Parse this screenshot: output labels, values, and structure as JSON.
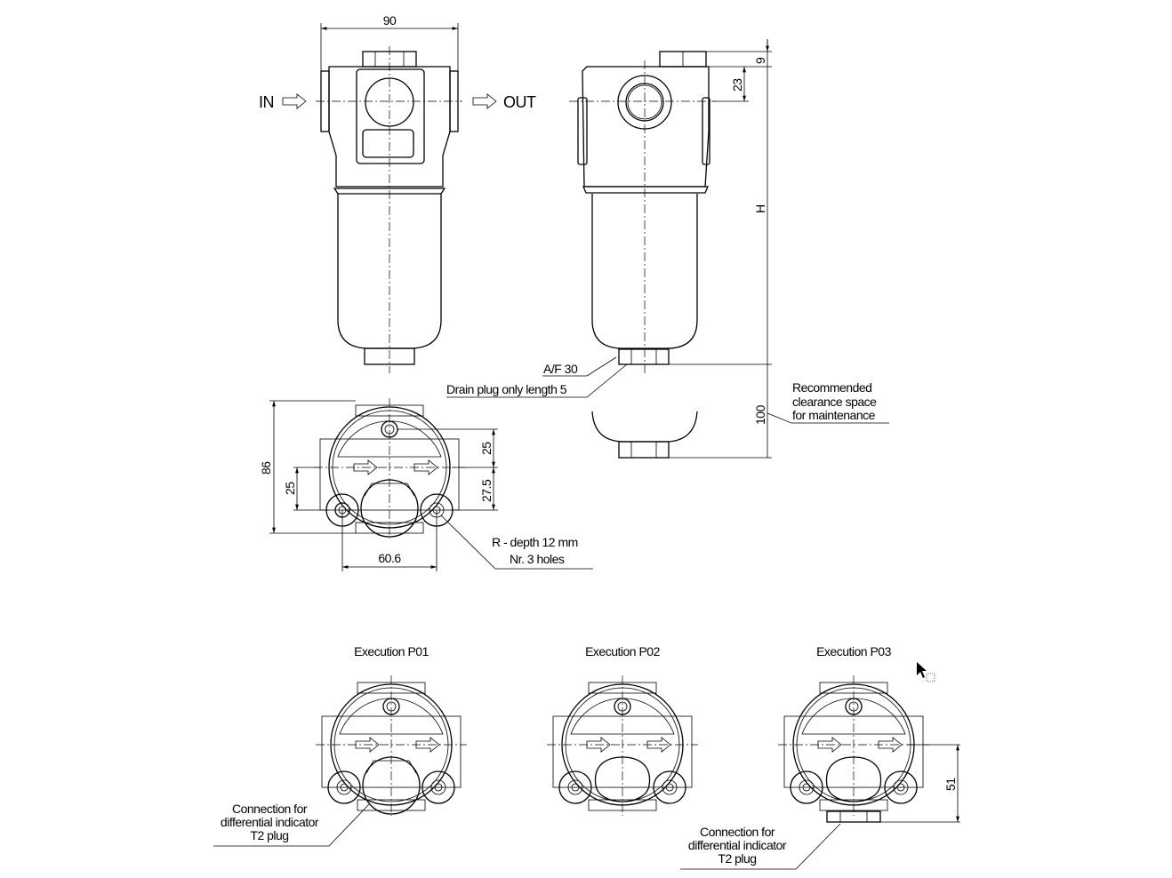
{
  "front_view": {
    "dim_width": "90",
    "inlet_label": "IN",
    "outlet_label": "OUT"
  },
  "side_view": {
    "dim_top": "9",
    "dim_port": "23",
    "dim_height": "H",
    "dim_clearance": "100",
    "af_label": "A/F 30",
    "drain_label": "Drain plug only length 5",
    "clearance_note": [
      "Recommended",
      "clearance space",
      "for maintenance"
    ]
  },
  "bottom_view": {
    "dim_overall": "86",
    "dim_left": "25",
    "dim_upper": "25",
    "dim_lower": "27.5",
    "dim_holes": "60.6",
    "holes_note": [
      "R - depth 12 mm",
      "Nr. 3 holes"
    ]
  },
  "executions": [
    {
      "title": "Execution P01",
      "note": [
        "Connection for",
        "differential indicator",
        "T2 plug"
      ]
    },
    {
      "title": "Execution P02"
    },
    {
      "title": "Execution P03",
      "dim": "51",
      "note": [
        "Connection for",
        "differential indicator",
        "T2 plug"
      ]
    }
  ]
}
